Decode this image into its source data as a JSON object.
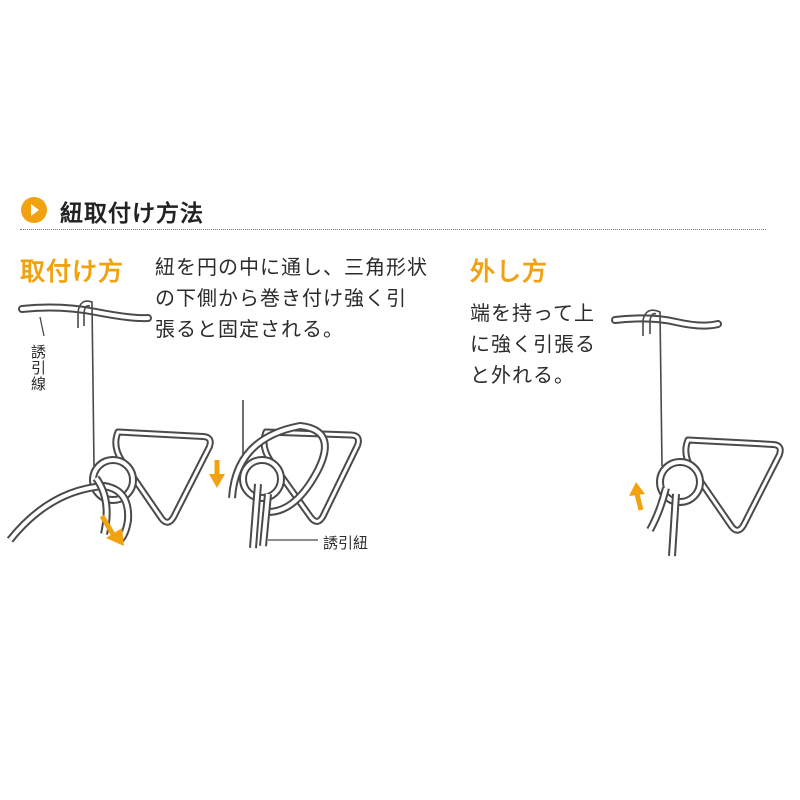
{
  "header": {
    "title": "紐取付け方法",
    "icon": "play-circle-icon"
  },
  "attach": {
    "title": "取付け方",
    "desc_lines": [
      "紐を円の中に通し、三角形状",
      "の下側から巻き付け強く引",
      "張ると固定される。"
    ],
    "wire_label": "誘引線",
    "string_label": "誘引紐"
  },
  "remove": {
    "title": "外し方",
    "desc_lines": [
      "端を持って上",
      "に強く引張る",
      "と外れる。"
    ]
  },
  "colors": {
    "accent": "#f2a20f",
    "line": "#4a4a4a"
  }
}
